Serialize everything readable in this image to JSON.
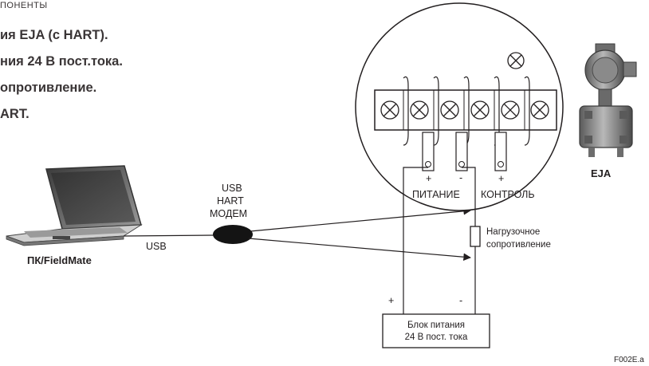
{
  "header": {
    "top_fragment": "ПОНЕНТЫ",
    "lines": [
      "ия EJA (с HART).",
      "ния 24 В пост.тока.",
      "опротивление.",
      "ART."
    ]
  },
  "pc": {
    "label": "ПК/FieldMate",
    "port_label": "USB"
  },
  "modem": {
    "line1": "USB",
    "line2": "HART",
    "line3": "МОДЕМ"
  },
  "transmitter": {
    "label": "EJA",
    "terminal_signs": {
      "power_plus": "+",
      "power_minus": "-",
      "check_plus": "+"
    },
    "power_label": "ПИТАНИЕ",
    "check_label": "КОНТРОЛЬ"
  },
  "load_resistor": {
    "line1": "Нагрузочное",
    "line2": "сопротивление"
  },
  "power_supply": {
    "line1": "Блок питания",
    "line2": "24 В пост. тока",
    "plus_sign": "+",
    "minus_sign": "-"
  },
  "figure_id": "F002E.a"
}
